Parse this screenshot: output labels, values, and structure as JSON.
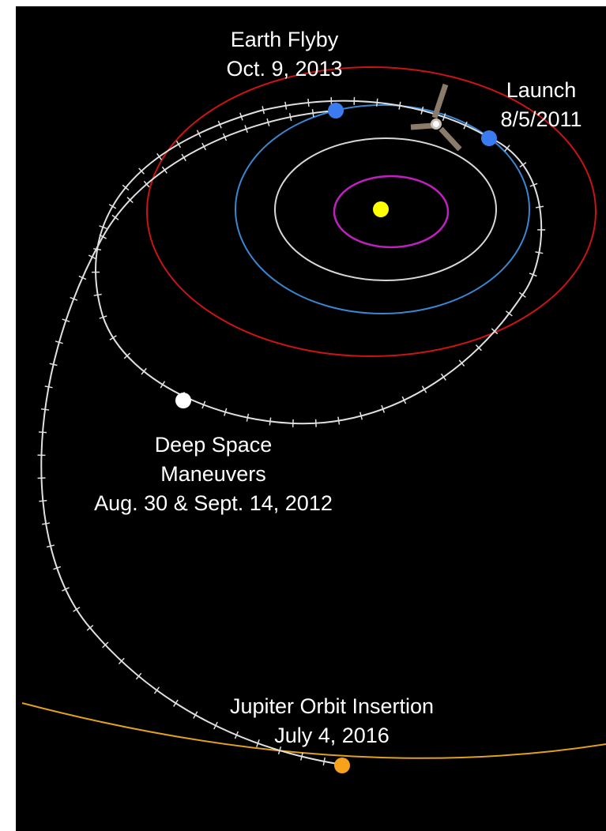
{
  "labels": {
    "earth_flyby": {
      "line1": "Earth Flyby",
      "line2": "Oct. 9, 2013"
    },
    "launch": {
      "line1": "Launch",
      "line2": "8/5/2011"
    },
    "deep_space": {
      "line1": "Deep Space",
      "line2": "Maneuvers",
      "line3": "Aug. 30 & Sept. 14, 2012"
    },
    "jupiter": {
      "line1": "Jupiter Orbit Insertion",
      "line2": "July 4, 2016"
    }
  },
  "colors": {
    "background": "#000000",
    "sun": "#ffff00",
    "mercury_orbit": "#c020c0",
    "venus_orbit": "#d8d8d8",
    "earth_orbit": "#3a86d0",
    "mars_orbit": "#c81414",
    "jupiter_orbit": "#e0a020",
    "trajectory": "#e0e0e0",
    "earth_marker": "#3b7bf0",
    "maneuver_marker": "#ffffff",
    "jupiter_marker": "#f7a21b"
  }
}
